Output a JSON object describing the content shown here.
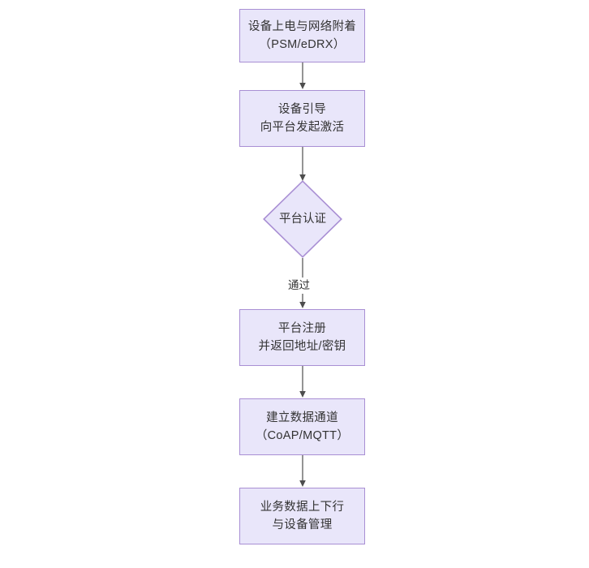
{
  "diagram": {
    "type": "flowchart",
    "orientation": "top-to-bottom",
    "background_color": "#ffffff",
    "node_fill_color": "#E9E6FA",
    "node_border_color": "#A98FD4",
    "text_color": "#333333",
    "connector_color": "#4D4D4D",
    "nodes": [
      {
        "id": "node-power-on",
        "shape": "rectangle",
        "line1": "设备上电与网络附着",
        "line2": "（PSM/eDRX）"
      },
      {
        "id": "node-bootstrap",
        "shape": "rectangle",
        "line1": "设备引导",
        "line2": "向平台发起激活"
      },
      {
        "id": "node-auth",
        "shape": "diamond",
        "line1": "平台认证",
        "line2": ""
      },
      {
        "id": "node-register",
        "shape": "rectangle",
        "line1": "平台注册",
        "line2": "并返回地址/密钥"
      },
      {
        "id": "node-channel",
        "shape": "rectangle",
        "line1": "建立数据通道",
        "line2": "（CoAP/MQTT）"
      },
      {
        "id": "node-service",
        "shape": "rectangle",
        "line1": "业务数据上下行",
        "line2": "与设备管理"
      }
    ],
    "edges": [
      {
        "id": "edge-1",
        "from": "node-power-on",
        "to": "node-bootstrap",
        "label": ""
      },
      {
        "id": "edge-2",
        "from": "node-bootstrap",
        "to": "node-auth",
        "label": ""
      },
      {
        "id": "edge-3",
        "from": "node-auth",
        "to": "node-register",
        "label": "通过"
      },
      {
        "id": "edge-4",
        "from": "node-register",
        "to": "node-channel",
        "label": ""
      },
      {
        "id": "edge-5",
        "from": "node-channel",
        "to": "node-service",
        "label": ""
      }
    ]
  }
}
